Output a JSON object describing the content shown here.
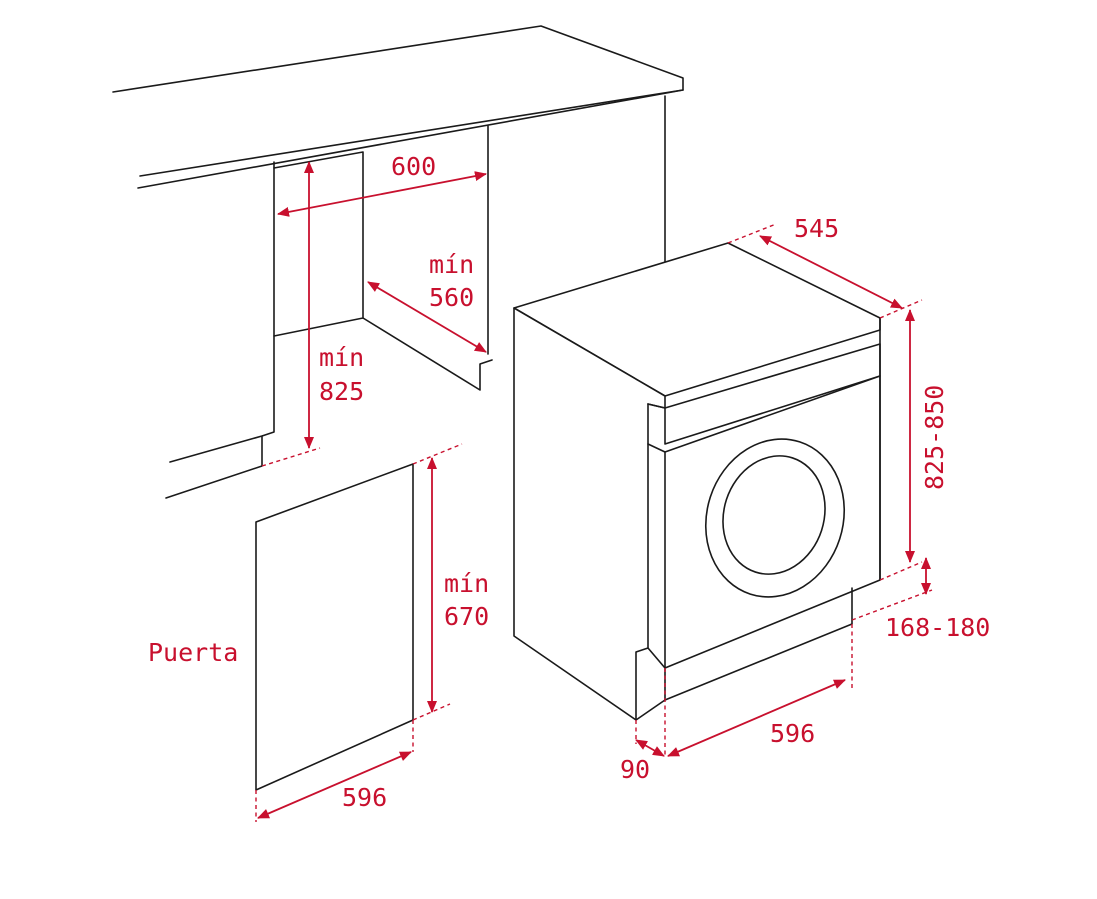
{
  "colors": {
    "line": "#1a1a1a",
    "dimension": "#c8102e",
    "background": "#ffffff"
  },
  "labels": {
    "niche_width": "600",
    "niche_depth_min_word": "mín",
    "niche_depth_min_value": "560",
    "niche_height_min_word": "mín",
    "niche_height_min_value": "825",
    "door_height_min_word": "mín",
    "door_height_min_value": "670",
    "door_name": "Puerta",
    "door_width": "596",
    "machine_depth": "545",
    "machine_height": "825-850",
    "plinth_height": "168-180",
    "machine_width": "596",
    "door_offset": "90"
  }
}
